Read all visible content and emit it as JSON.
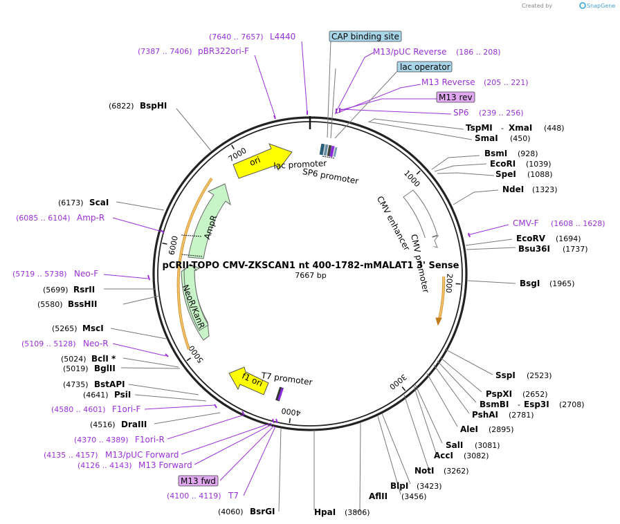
{
  "credit": {
    "created_by": "Created by",
    "brand": "SnapGene"
  },
  "plasmid": {
    "name": "pCRII-TOPO CMV-ZKSCAN1 nt 400-1782-mMALAT1 3' Sense",
    "size": "7667 bp"
  },
  "ticks": [
    "1000",
    "2000",
    "3000",
    "4000",
    "5000",
    "6000",
    "7000"
  ],
  "features": {
    "ori": "ori",
    "ampr": "AmpR",
    "neor": "NeoR/KanR",
    "f1ori": "f1 ori",
    "lac_promoter": "lac promoter",
    "sp6_promoter": "SP6 promoter",
    "cmv_enhancer": "CMV enhancer",
    "cmv_promoter": "CMV promoter",
    "t7_promoter": "T7 promoter"
  },
  "boxed": {
    "cap": "CAP binding site",
    "lacop": "lac operator",
    "m13rev": "M13 rev",
    "m13fwd": "M13 fwd"
  },
  "right_labels": [
    {
      "id": "m13puc_rev",
      "name": "M13/pUC Reverse",
      "pos": "(186 .. 208)",
      "primer": true
    },
    {
      "id": "m13_rev",
      "name": "M13 Reverse",
      "pos": "(205 .. 221)",
      "primer": true
    },
    {
      "id": "sp6",
      "name": "SP6",
      "pos": "(239 .. 256)",
      "primer": true
    },
    {
      "id": "tspmi",
      "name": "TspMI",
      "name2": "XmaI",
      "pos": "(448)",
      "primer": false
    },
    {
      "id": "smai",
      "name": "SmaI",
      "pos": "(450)",
      "primer": false
    },
    {
      "id": "bsmi",
      "name": "BsmI",
      "pos": "(928)",
      "primer": false
    },
    {
      "id": "ecori",
      "name": "EcoRI",
      "pos": "(1039)",
      "primer": false
    },
    {
      "id": "spei",
      "name": "SpeI",
      "pos": "(1088)",
      "primer": false
    },
    {
      "id": "ndei",
      "name": "NdeI",
      "pos": "(1323)",
      "primer": false
    },
    {
      "id": "cmvf",
      "name": "CMV-F",
      "pos": "(1608 .. 1628)",
      "primer": true
    },
    {
      "id": "ecorv",
      "name": "EcoRV",
      "pos": "(1694)",
      "primer": false
    },
    {
      "id": "bsu36i",
      "name": "Bsu36I",
      "pos": "(1737)",
      "primer": false
    },
    {
      "id": "bsgi",
      "name": "BsgI",
      "pos": "(1965)",
      "primer": false
    },
    {
      "id": "sspi",
      "name": "SspI",
      "pos": "(2523)",
      "primer": false
    },
    {
      "id": "pspxi",
      "name": "PspXI",
      "pos": "(2652)",
      "primer": false
    },
    {
      "id": "bsmbi",
      "name": "BsmBI",
      "name2": "Esp3I",
      "pos": "(2708)",
      "primer": false
    },
    {
      "id": "pshai",
      "name": "PshAI",
      "pos": "(2781)",
      "primer": false
    },
    {
      "id": "alei",
      "name": "AleI",
      "pos": "(2895)",
      "primer": false
    },
    {
      "id": "sali",
      "name": "SalI",
      "pos": "(3081)",
      "primer": false
    },
    {
      "id": "acci",
      "name": "AccI",
      "pos": "(3082)",
      "primer": false
    },
    {
      "id": "noti",
      "name": "NotI",
      "pos": "(3262)",
      "primer": false
    },
    {
      "id": "blpi",
      "name": "BlpI",
      "pos": "(3423)",
      "primer": false
    },
    {
      "id": "aflii",
      "name": "AflII",
      "pos": "(3456)",
      "primer": false
    },
    {
      "id": "hpai",
      "name": "HpaI",
      "pos": "(3806)",
      "primer": false
    }
  ],
  "left_labels": [
    {
      "id": "l4440",
      "name": "L4440",
      "pos": "(7640 .. 7657)",
      "primer": true
    },
    {
      "id": "pbr322",
      "name": "pBR322ori-F",
      "pos": "(7387 .. 7406)",
      "primer": true
    },
    {
      "id": "bsphi",
      "name": "BspHI",
      "pos": "(6822)",
      "primer": false
    },
    {
      "id": "scai",
      "name": "ScaI",
      "pos": "(6173)",
      "primer": false
    },
    {
      "id": "ampr_p",
      "name": "Amp-R",
      "pos": "(6085 .. 6104)",
      "primer": true
    },
    {
      "id": "neof",
      "name": "Neo-F",
      "pos": "(5719 .. 5738)",
      "primer": true
    },
    {
      "id": "rsrii",
      "name": "RsrII",
      "pos": "(5699)",
      "primer": false
    },
    {
      "id": "bsshii",
      "name": "BssHII",
      "pos": "(5580)",
      "primer": false
    },
    {
      "id": "msci",
      "name": "MscI",
      "pos": "(5265)",
      "primer": false
    },
    {
      "id": "neor_p",
      "name": "Neo-R",
      "pos": "(5109 .. 5128)",
      "primer": true
    },
    {
      "id": "bcli",
      "name": "BclI *",
      "pos": "(5024)",
      "primer": false
    },
    {
      "id": "bglii",
      "name": "BglII",
      "pos": "(5019)",
      "primer": false
    },
    {
      "id": "bstapi",
      "name": "BstAPI",
      "pos": "(4735)",
      "primer": false
    },
    {
      "id": "psii",
      "name": "PsiI",
      "pos": "(4641)",
      "primer": false
    },
    {
      "id": "f1orif",
      "name": "F1ori-F",
      "pos": "(4580 .. 4601)",
      "primer": true
    },
    {
      "id": "draiii",
      "name": "DraIII",
      "pos": "(4516)",
      "primer": false
    },
    {
      "id": "f1orir",
      "name": "F1ori-R",
      "pos": "(4370 .. 4389)",
      "primer": true
    },
    {
      "id": "m13puc_fwd",
      "name": "M13/pUC Forward",
      "pos": "(4135 .. 4157)",
      "primer": true
    },
    {
      "id": "m13_fwd",
      "name": "M13 Forward",
      "pos": "(4126 .. 4143)",
      "primer": true
    },
    {
      "id": "t7",
      "name": "T7",
      "pos": "(4100 .. 4119)",
      "primer": true
    },
    {
      "id": "bsrgi",
      "name": "BsrGI",
      "pos": "(4060)",
      "primer": false
    }
  ]
}
